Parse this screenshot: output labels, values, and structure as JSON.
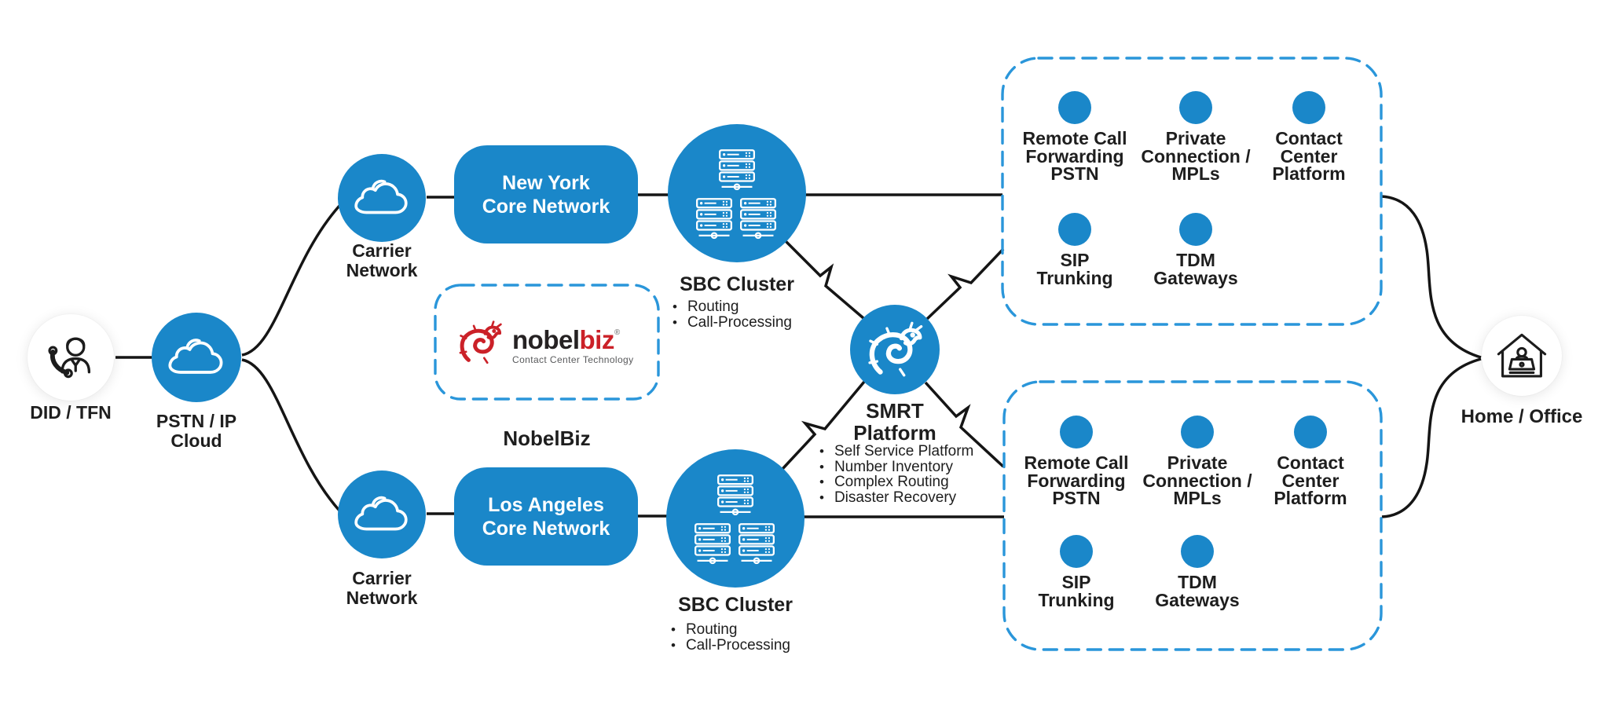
{
  "colors": {
    "accent_blue": "#1a87c9",
    "dashed_border_blue": "#2a96da",
    "connector_black": "#151515",
    "text_dark": "#1e1e1e",
    "logo_red": "#cb2128",
    "logo_gray": "#58595b"
  },
  "nodes": {
    "did_tfn": {
      "label": "DID / TFN",
      "icon": "call-agent-icon"
    },
    "pstn_ip_cloud": {
      "label": "PSTN / IP\nCloud",
      "icon": "cloud-icon"
    },
    "carrier_network_top": {
      "label": "Carrier\nNetwork",
      "icon": "cloud-icon"
    },
    "carrier_network_bottom": {
      "label": "Carrier\nNetwork",
      "icon": "cloud-icon"
    },
    "new_york_core": {
      "label": "New York\nCore Network"
    },
    "los_angeles_core": {
      "label": "Los Angeles\nCore Network"
    },
    "sbc_cluster_top": {
      "title": "SBC Cluster",
      "bullets": [
        "Routing",
        "Call-Processing"
      ],
      "icon": "server-cluster-icon"
    },
    "sbc_cluster_bottom": {
      "title": "SBC Cluster",
      "bullets": [
        "Routing",
        "Call-Processing"
      ],
      "icon": "server-cluster-icon"
    },
    "smrt_platform": {
      "title": "SMRT\nPlatform",
      "bullets": [
        "Self Service Platform",
        "Number Inventory",
        "Complex Routing",
        "Disaster Recovery"
      ],
      "icon": "dragon-icon"
    },
    "home_office": {
      "label": "Home / Office",
      "icon": "home-worker-icon"
    }
  },
  "nobelbiz": {
    "brand_black": "nobel",
    "brand_red": "biz",
    "registered_mark": "®",
    "tagline": "Contact Center Technology",
    "caption": "NobelBiz",
    "icon": "dragon-logo-icon"
  },
  "service_groups": {
    "top": {
      "items": [
        {
          "label": "Remote Call\nForwarding\nPSTN"
        },
        {
          "label": "Private\nConnection /\nMPLs"
        },
        {
          "label": "Contact\nCenter\nPlatform"
        },
        {
          "label": "SIP\nTrunking"
        },
        {
          "label": "TDM\nGateways"
        }
      ]
    },
    "bottom": {
      "items": [
        {
          "label": "Remote Call\nForwarding\nPSTN"
        },
        {
          "label": "Private\nConnection /\nMPLs"
        },
        {
          "label": "Contact\nCenter\nPlatform"
        },
        {
          "label": "SIP\nTrunking"
        },
        {
          "label": "TDM\nGateways"
        }
      ]
    }
  }
}
